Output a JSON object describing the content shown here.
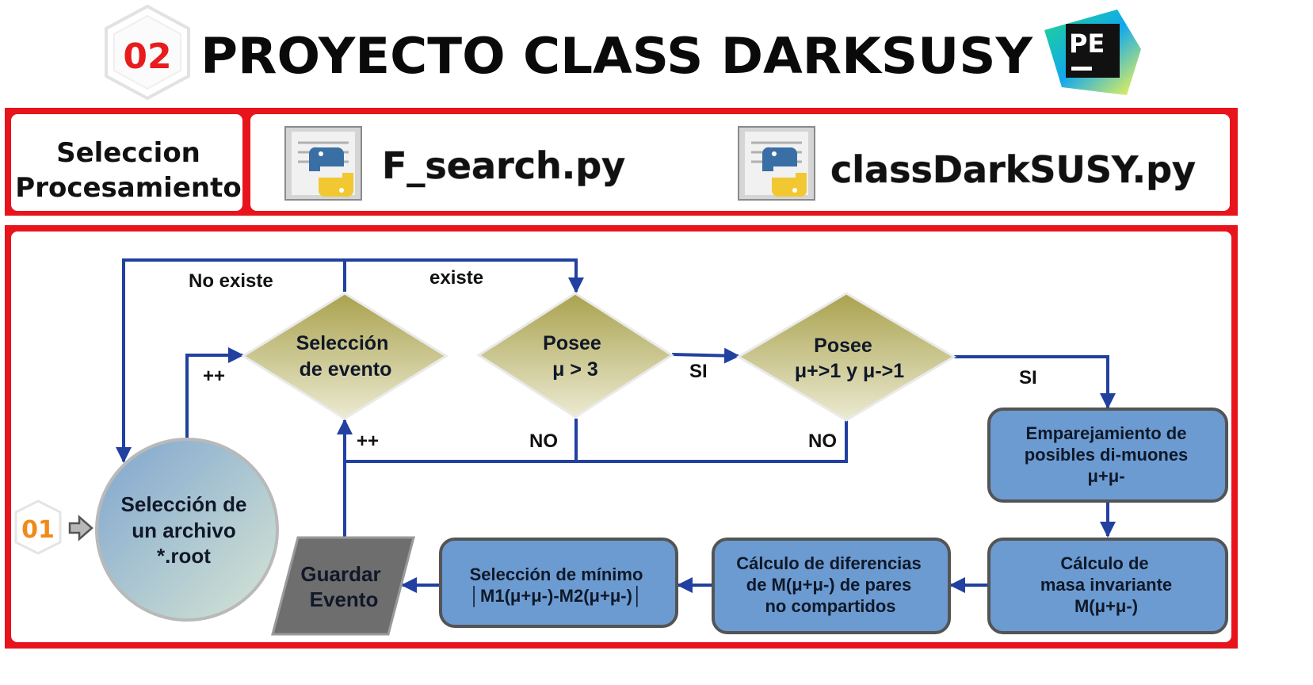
{
  "header": {
    "step_badge": "02",
    "title": "PROYECTO CLASS DARKSUSY",
    "logo_text": "PE"
  },
  "files_panel": {
    "label_line1": "Seleccion",
    "label_line2": "Procesamiento",
    "files": [
      "F_search.py",
      "classDarkSUSY.py"
    ]
  },
  "flow": {
    "start_badge": "01",
    "start_node": [
      "Selección de",
      "un archivo",
      "*.root"
    ],
    "select_event": [
      "Selección",
      "de evento"
    ],
    "has_mu3": [
      "Posee",
      "μ > 3"
    ],
    "has_mu_pairs": [
      "Posee",
      "μ+>1 y μ->1"
    ],
    "pairing": [
      "Emparejamiento de",
      "posibles di-muones",
      "μ+μ-"
    ],
    "inv_mass": [
      "Cálculo de",
      "masa invariante",
      "M(μ+μ-)"
    ],
    "differences": [
      "Cálculo de diferencias",
      "de M(μ+μ-) de pares",
      "no compartidos"
    ],
    "minimum": [
      "Selección de mínimo",
      "│M1(μ+μ-)-M2(μ+μ-)│"
    ],
    "save_event": [
      "Guardar",
      "Evento"
    ],
    "edge_labels": {
      "no_existe": "No existe",
      "existe": "existe",
      "plus_top": "++",
      "plus_bottom": "++",
      "si_1": "SI",
      "si_2": "SI",
      "no_1": "NO",
      "no_2": "NO"
    }
  },
  "colors": {
    "frame_red": "#e8141c",
    "arrow_blue": "#2140a0",
    "diamond_olive": "#b9b461",
    "box_blue": "#6b9bd1",
    "save_gray": "#6e6e6e",
    "python_blue": "#3a6fa6",
    "python_yellow": "#f2c832"
  },
  "icons": [
    "python-file-icon",
    "pycharm-logo-icon",
    "arrow-right-icon"
  ]
}
